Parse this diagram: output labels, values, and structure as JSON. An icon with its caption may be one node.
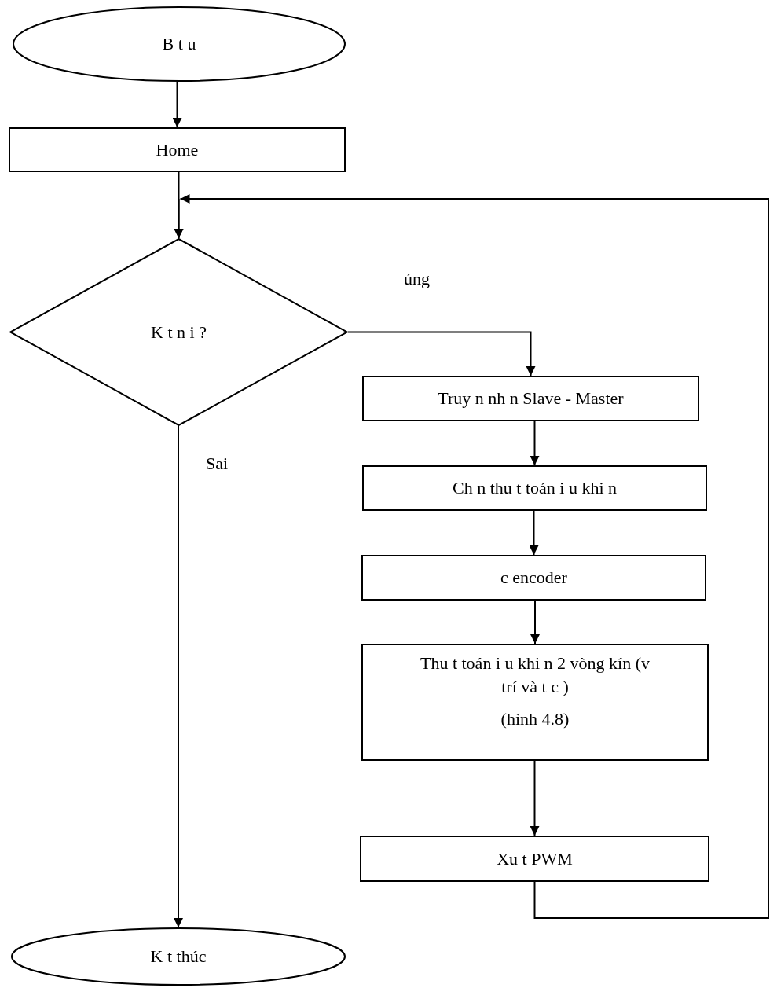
{
  "diagram": {
    "nodes": [
      {
        "text": [
          "B t u"
        ]
      },
      {
        "text": [
          "Home"
        ]
      },
      {
        "text": [
          "K t n i ?"
        ]
      },
      {
        "text": [
          "Truy n nh n Slave - Master"
        ]
      },
      {
        "text": [
          "Ch n thu t toán i u khi n"
        ]
      },
      {
        "text": [
          "c encoder"
        ]
      },
      {
        "text": [
          "Thu t toán i u khi n 2 vòng kín (v trí và t c )",
          "(hình 4.8)"
        ]
      },
      {
        "text": [
          "Xu t PWM"
        ]
      },
      {
        "text": [
          "K t thúc"
        ]
      }
    ],
    "edges": [
      {
        "from": 0,
        "to": 1,
        "arrow": "to"
      },
      {
        "from": 1,
        "to": 2,
        "arrow": "to"
      },
      {
        "from": 2,
        "to": 3,
        "arrow": "to",
        "label": "úng"
      },
      {
        "from": 2,
        "to": 8,
        "arrow": "to",
        "label": "Sai"
      },
      {
        "from": 3,
        "to": 4,
        "arrow": "to"
      },
      {
        "from": 4,
        "to": 5,
        "arrow": "to"
      },
      {
        "from": 5,
        "to": 6,
        "arrow": "to"
      },
      {
        "from": 6,
        "to": 7,
        "arrow": "to"
      },
      {
        "from": 7,
        "to": 2,
        "arrow": "to"
      }
    ]
  }
}
